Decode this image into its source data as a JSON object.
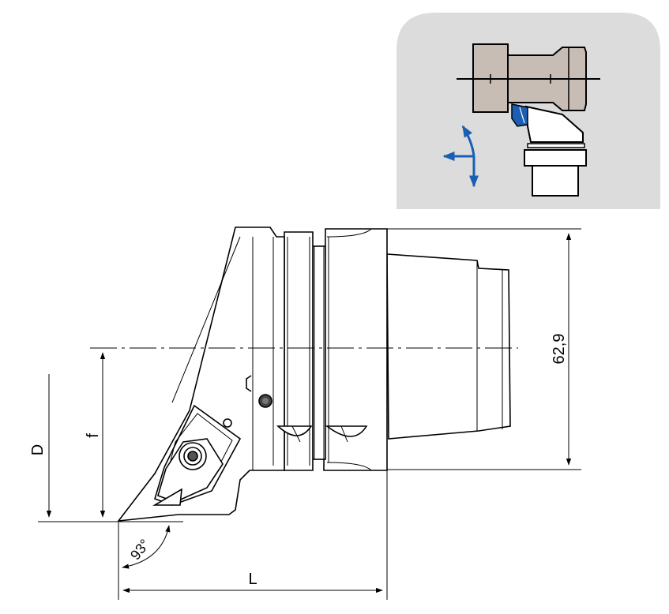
{
  "dimensions": {
    "height_label": "62,9",
    "D_label": "D",
    "f_label": "f",
    "L_label": "L",
    "angle_label": "93°"
  },
  "inset": {
    "background": "#dcdcdc",
    "holder_color": "#c8bdb5",
    "insert_color": "#1a5fb4",
    "arrow_color": "#1a5fb4"
  },
  "colors": {
    "line": "#000000",
    "body_fill": "#ffffff"
  }
}
